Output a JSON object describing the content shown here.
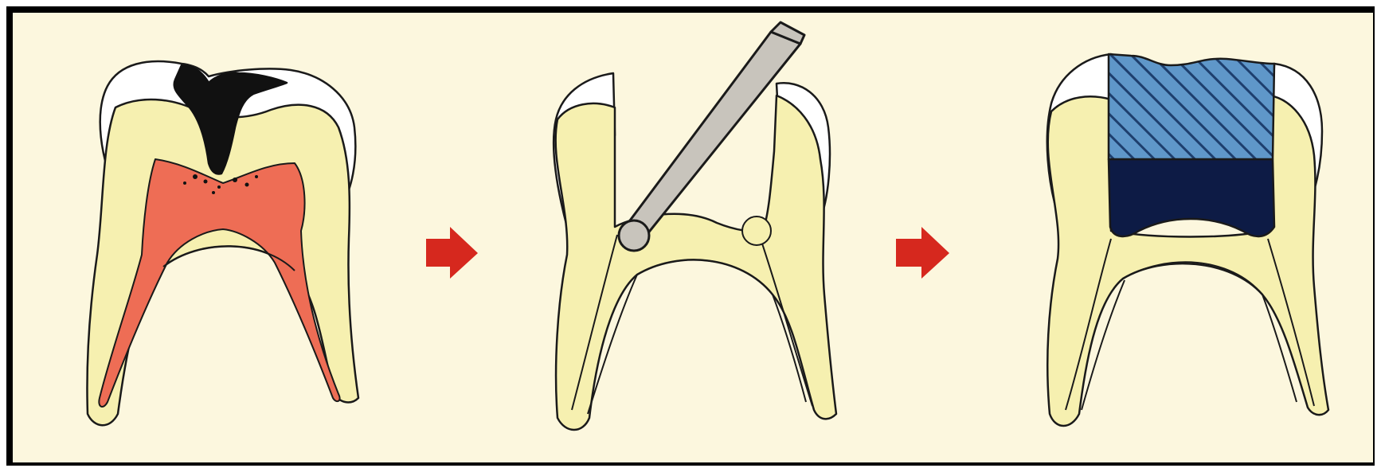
{
  "figure": {
    "kind": "three-step dental treatment illustration",
    "steps": [
      {
        "id": "decayed-tooth",
        "description_icon": "tooth-with-caries-icon"
      },
      {
        "id": "tooth-being-cleaned",
        "description_icon": "tooth-with-drill-icon"
      },
      {
        "id": "filled-tooth",
        "description_icon": "tooth-with-filling-icon"
      }
    ],
    "arrows": 2
  },
  "colors": {
    "background": "#fcf7de",
    "frame": "#000000",
    "dentin": "#f6f0b0",
    "enamel": "#ffffff",
    "pulp_inflamed": "#ee6d55",
    "decay": "#111111",
    "arrow": "#d6281e",
    "instrument": "#c8c4bc",
    "filling_top": "#5f97c9",
    "filling_base": "#0d1b45"
  }
}
